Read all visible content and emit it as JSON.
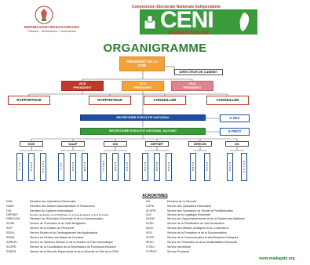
{
  "header": {
    "republic_name": "REPUBLIKAN'I MADAGASIKARA",
    "republic_motto": "Fitiavana - Tanindrazana - Fandrosoana",
    "commission_title": "Commission Electorale Nationale Indépendante",
    "ceni_logo_text": "CENI",
    "ceni_subtitle": "MADAGASCAR"
  },
  "title": "ORGANIGRAMME",
  "org": {
    "president": "PRESIDENT DE LA CENI",
    "directeur_cabinet": "DIRECTEUR DE CABINET",
    "vp_left": "VICE PRESIDENT",
    "vp_center": "VICE PRESIDENT",
    "vp_right": "VICE PRESIDENT",
    "rapporteur_1": "RAPPORTEUR",
    "rapporteur_2": "RAPPORTEUR",
    "conseiller_1": "CONSEILLER",
    "conseiller_2": "CONSEILLER",
    "secretaire_executif": "SECRETAIRE EXECUTIF NATIONAL",
    "secretaire_adjoint": "SECRETAIRE EXECUTIF NATIONAL ADJOINT",
    "s_sec": "S SEC",
    "s_prot": "S PROT"
  },
  "directions": [
    {
      "name": "DOE",
      "services": [
        "SLE",
        "SOPE",
        "SCSPE"
      ]
    },
    {
      "name": "DAAF",
      "services": [
        "SCF",
        "SASG",
        "SAOM"
      ]
    },
    {
      "name": "DSI",
      "services": [
        "SOSPI",
        "SGBD",
        "SCDA"
      ]
    },
    {
      "name": "DEPSEF",
      "services": [
        "SASE",
        "SPSE",
        "SSSE"
      ]
    },
    {
      "name": "DIRECOM",
      "services": [
        "SCRP",
        "SEEC"
      ]
    },
    {
      "name": "DS",
      "services": [
        "SAGS",
        "SAJSC"
      ]
    }
  ],
  "acronyms": {
    "title": "ACRONYMES",
    "left": [
      {
        "code": "DOE:",
        "text": "Direction des Opérations Electorales"
      },
      {
        "code": "DAAF:",
        "text": "Direction des Affaires Administratives et Financières"
      },
      {
        "code": "DSI:",
        "text": "Direction du Système Informatique"
      },
      {
        "code": "DEPSEF:",
        "text": "Direction des Etudes, de la Planification et du Suivi-Evaluation et de la Formation"
      },
      {
        "code": "DIRECOM:",
        "text": "Direction de l'Education Electorale et de la Communication"
      },
      {
        "code": "SCSB:",
        "text": "Service de l'Exécution et du Suivi Budgétaire"
      },
      {
        "code": "SGP:",
        "text": "Service de la Gestion du Personnel"
      },
      {
        "code": "SEDA:",
        "text": "Service Etudes et du Développement des Applications"
      },
      {
        "code": "SGBD:",
        "text": "Service de Gestion des Bases de Données"
      },
      {
        "code": "SSRCPI:",
        "text": "Service du Système Réseau et de la Gestion du Parc Informatique"
      },
      {
        "code": "SCSPE:",
        "text": "Service de la Coordination de la Sécurisation du Processus Electoral"
      },
      {
        "code": "SSRSS:",
        "text": "Service de la Sécurité Rapprochée et de la Sécurité du Site de la CENI"
      }
    ],
    "right": [
      {
        "code": "DS:",
        "text": "Direction de la Sécurité"
      },
      {
        "code": "SOPE:",
        "text": "Service des Opérations Electorales"
      },
      {
        "code": "SCSPE:",
        "text": "Service des Opérations de Scrutin et Postélectorales"
      },
      {
        "code": "SLE:",
        "text": "Service de la Logistique Electorale"
      },
      {
        "code": "SAGM:",
        "text": "Service de l'Approvisionnement et de la Gestion des Matériels"
      },
      {
        "code": "SPSE:",
        "text": "Service de la Planification du Suivi-Evaluation"
      },
      {
        "code": "SAJC:",
        "text": "Service des Affaires Juridiques et du Contentieux"
      },
      {
        "code": "SFD:",
        "text": "Service de la Formation et de la Documentation"
      },
      {
        "code": "SCRP:",
        "text": "Service de la Communication et des Relations Publiques"
      },
      {
        "code": "SEEC:",
        "text": "Service de l'Education et de la Sensibilisation Electorale"
      },
      {
        "code": "S SEC:",
        "text": "Service secrétariat"
      },
      {
        "code": "S PROT:",
        "text": "Service Protocole"
      }
    ]
  },
  "footer": {
    "website": "www.madagate.org"
  },
  "colors": {
    "president": "#f5a13a",
    "vp_side": "#c0392b",
    "vp_right": "#e08590",
    "secretaire": "#1f4fa5",
    "adjoint": "#3a9b3a",
    "title": "#2e7d32"
  }
}
